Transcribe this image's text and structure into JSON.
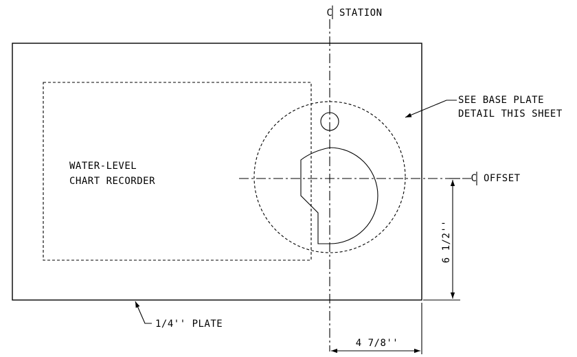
{
  "labels": {
    "station_centerline": "STATION",
    "offset_centerline": "OFFSET",
    "recorder_line1": "WATER-LEVEL",
    "recorder_line2": "CHART RECORDER",
    "note_line1": "SEE BASE PLATE",
    "note_line2": "DETAIL THIS SHEET",
    "plate": "1/4'' PLATE",
    "dim_vertical": "6 1/2''",
    "dim_horizontal": "4 7/8''"
  },
  "symbols": {
    "centerline_glyph": "centerline-symbol"
  }
}
